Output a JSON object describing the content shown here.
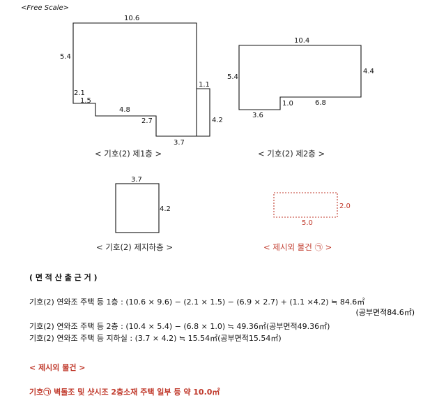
{
  "scale_label": "<Free Scale>",
  "plans": {
    "floor1": {
      "caption": "< 기호(2) 제1층 >",
      "dims": [
        "10.6",
        "5.4",
        "2.1",
        "1.5",
        "4.8",
        "2.7",
        "3.7",
        "1.1",
        "4.2"
      ]
    },
    "floor2": {
      "caption": "< 기호(2) 제2층 >",
      "dims": [
        "10.4",
        "5.4",
        "4.4",
        "1.0",
        "6.8",
        "3.6"
      ]
    },
    "basement": {
      "caption": "< 기호(2) 제지하층 >",
      "dims": [
        "3.7",
        "4.2"
      ]
    },
    "excluded": {
      "caption": "< 제시외 물건 ㉠ >",
      "dims": [
        "2.0",
        "5.0"
      ]
    }
  },
  "calc": {
    "heading": "( 면 적 산 출 근 거 )",
    "line1": "기호(2) 연와조 주택 등 1층 : (10.6 × 9.6) − (2.1 × 1.5) − (6.9 × 2.7) + (1.1 ×4.2) ≒ 84.6㎡",
    "line1_note": "(공부면적84.6㎡)",
    "line2": "기호(2) 연와조 주택 등 2층 : (10.4 × 5.4) − (6.8 × 1.0) ≒ 49.36㎡(공부면적49.36㎡)",
    "line3": "기호(2) 연와조 주택 등 지하실 : (3.7 × 4.2) ≒ 15.54㎡(공부면적15.54㎡)"
  },
  "excluded_note": {
    "heading": "< 제시외 물건 >",
    "text": "기호㉠ 벽돌조 및 샷시조 2층소재 주택 일부 등 약 10.0㎡"
  },
  "colors": {
    "red": "#c0392b",
    "line": "#111111"
  }
}
